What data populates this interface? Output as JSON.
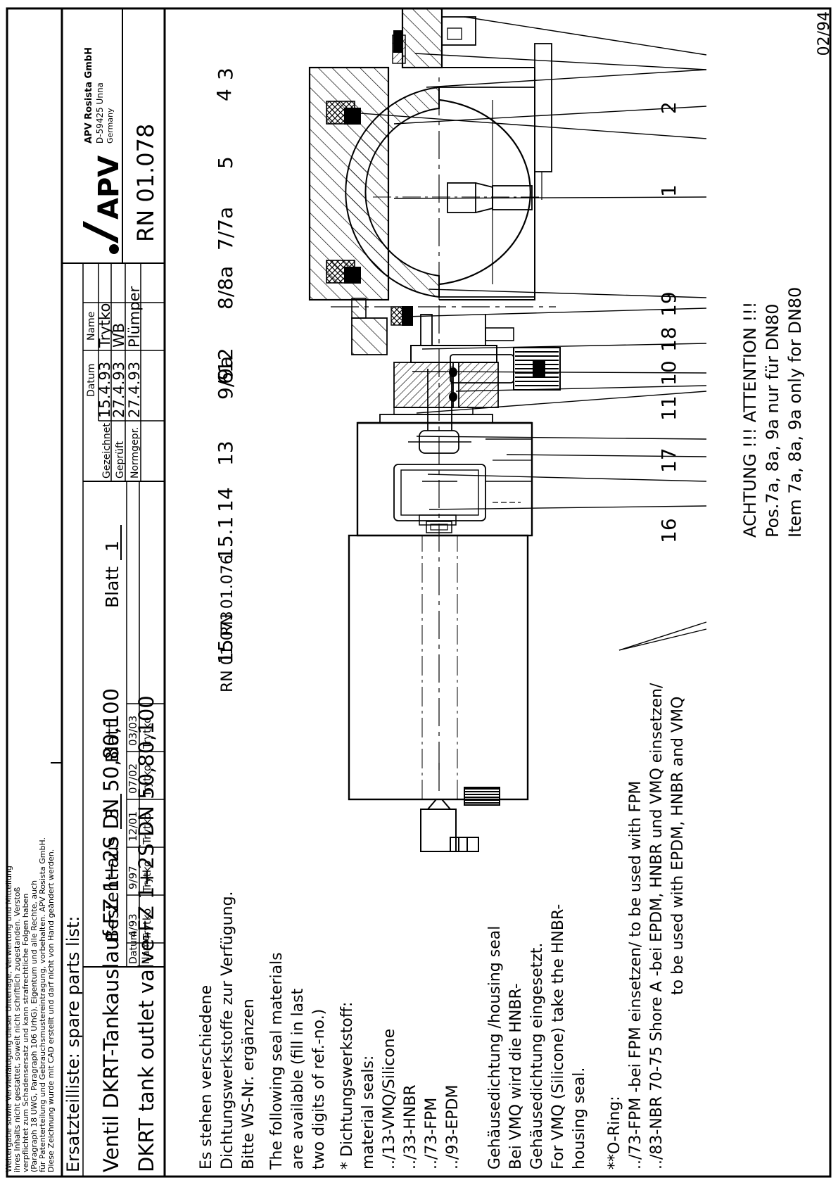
{
  "sheet_code": "02/94",
  "legal_notice": [
    "Weitergabe sowie Vervielfältigung dieser Unterlage, Verwertung und Mitteilung",
    "ihres Inhalts nicht gestattet, soweit nicht schriftlich zugestanden. Verstoß",
    "verpflichtet zum Schadensersatz und kann strafrechtliche Folgen haben",
    "(Paragraph 18 UWG, Paragraph 106 UrhG). Eigentum und alle Rechte, auch",
    "für Patenterteilung und Gebrauchsmustereintragung, vorbehalten. APV Rosista GmbH.",
    "Diese Zeichnung wurde mit CAD erstellt und darf nicht von Hand geändert werden."
  ],
  "title": {
    "header": "Ersatzteilliste: spare parts list:",
    "line_de": "Ventil DKRT-Tankauslauf-FZ 1+2S DN 50,80,100",
    "line_en": "DKRT tank outlet valve-FZ 1+2S DN 50,80,100"
  },
  "sheets": {
    "besteht_aus": "Besteht aus",
    "count": "3",
    "blatt_label": "Blatt",
    "blatt_number": "1"
  },
  "approvals": {
    "col_datum": "Datum",
    "col_name": "Name",
    "rows": [
      {
        "label": "Gezeichnet",
        "date": "15.4.93",
        "name": "Trytko"
      },
      {
        "label": "Geprüft",
        "date": "27.4.93",
        "name": "WB"
      },
      {
        "label": "Normgepr.",
        "date": "27.4.93",
        "name": "Plümper"
      }
    ]
  },
  "revisions": {
    "label_datum": "Datum",
    "label_name": "Name",
    "entries": [
      {
        "date": "4/93",
        "name": "Trytko"
      },
      {
        "date": "9/97",
        "name": "Trytko"
      },
      {
        "date": "12/01",
        "name": "Trytko"
      },
      {
        "date": "07/02",
        "name": "Trytko"
      },
      {
        "date": "03/03",
        "name": "Trytko"
      }
    ]
  },
  "company": {
    "logo": "APV",
    "name": "APV Rosista GmbH",
    "address": "D-59425 Unna",
    "country": "Germany"
  },
  "drawing_number": "RN 01.078",
  "notes": {
    "seal_intro": [
      "Es stehen verschiedene",
      "Dichtungswerkstoffe zur Verfügung.",
      "Bitte WS-Nr. ergänzen"
    ],
    "seal_intro_en": [
      "The following seal materials",
      "are available (fill in last",
      "two digits of ref.-no.)"
    ],
    "material_head": "* Dichtungswerkstoff:",
    "material_sub": "material seals:",
    "materials": [
      "../13-VMQ/Silicone",
      "../33-HNBR",
      "../73-FPM",
      "../93-EPDM"
    ],
    "housing": [
      "Gehäusedichtung /housing seal",
      "Bei VMQ wird die HNBR-",
      "Gehäusedichtung eingesetzt.",
      "For VMQ (Silicone) take the HNBR-",
      "housing seal."
    ],
    "oring_head": "**O-Ring:",
    "oring": [
      "../73-FPM -bei FPM einsetzen/ to be used with FPM",
      "../83-NBR 70-75 Shore A -bei EPDM, HNBR und VMQ einsetzen/",
      "to be used with EPDM, HNBR and VMQ"
    ]
  },
  "attention": [
    "ACHTUNG !!! ATTENTION !!!",
    "Pos.7a, 8a, 9a nur für DN80",
    "Item 7a, 8a, 9a only for DN80"
  ],
  "refs": {
    "rn_073": "RN 01.073",
    "rn_076": "RN 01.076"
  },
  "callouts": [
    "3",
    "4",
    "2",
    "5",
    "1",
    "7/7a",
    "8/8a",
    "9/9a",
    "19",
    "6",
    "18",
    "10",
    "12",
    "11",
    "13",
    "17",
    "14",
    "16",
    "15",
    "15.1"
  ]
}
